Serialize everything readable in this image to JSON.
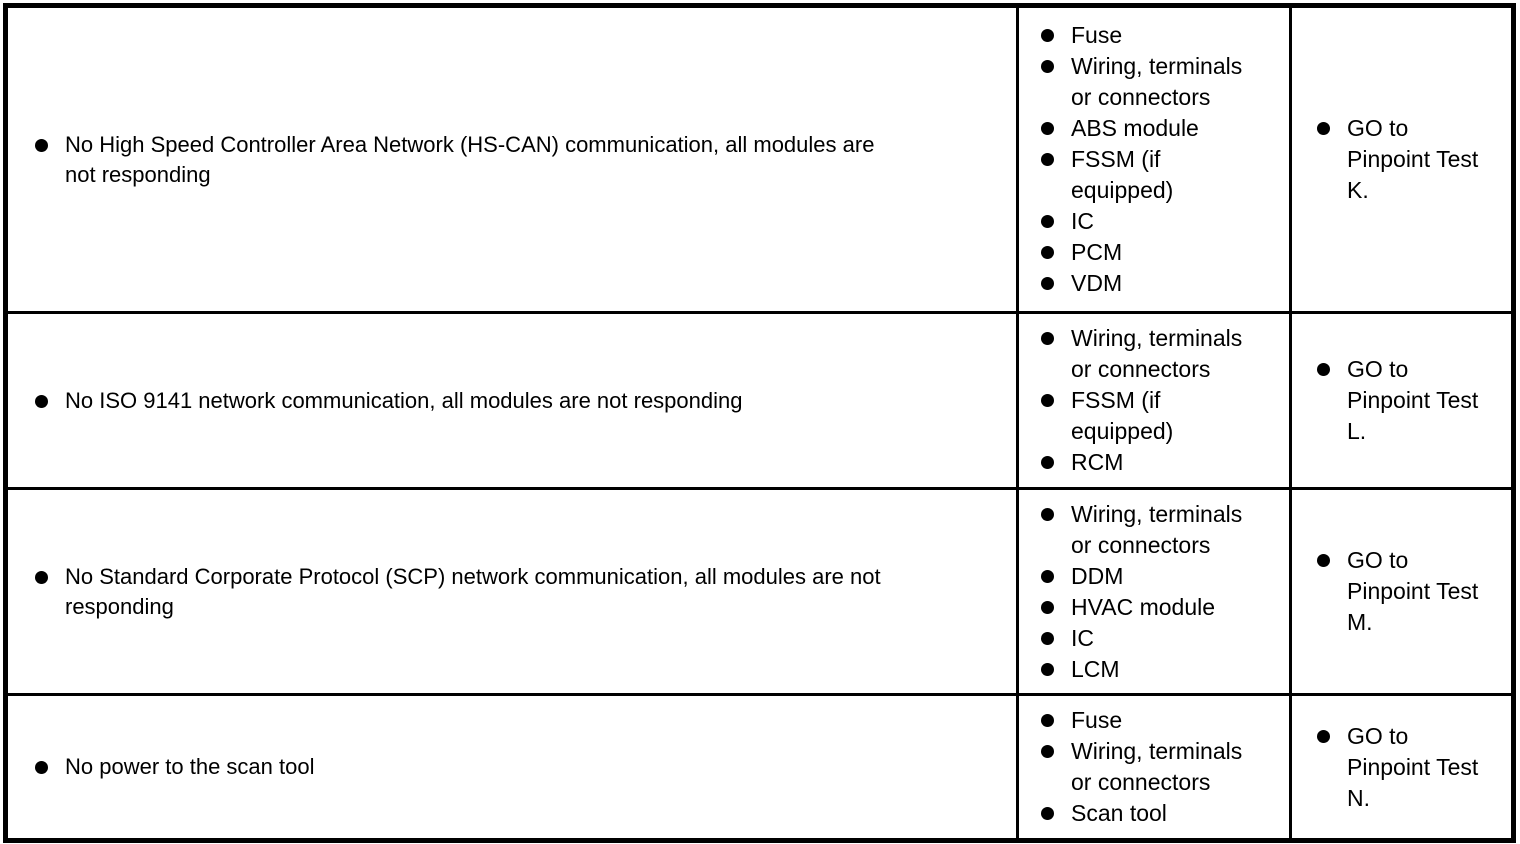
{
  "page": {
    "background_color": "#ffffff",
    "border_color": "#000000",
    "text_color": "#000000"
  },
  "table": {
    "rows": [
      {
        "symptoms": [
          "No High Speed Controller Area Network (HS-CAN) communication, all modules are not responding"
        ],
        "sources": [
          "Fuse",
          "Wiring, terminals or connectors",
          "ABS module",
          "FSSM (if equipped)",
          "IC",
          "PCM",
          "VDM"
        ],
        "actions": [
          "GO to Pinpoint Test K."
        ]
      },
      {
        "symptoms": [
          "No ISO 9141 network communication, all modules are not responding"
        ],
        "sources": [
          "Wiring, terminals or connectors",
          "FSSM (if equipped)",
          "RCM"
        ],
        "actions": [
          "GO to Pinpoint Test L."
        ]
      },
      {
        "symptoms": [
          "No Standard Corporate Protocol (SCP) network communication, all modules are not responding"
        ],
        "sources": [
          "Wiring, terminals or connectors",
          "DDM",
          "HVAC module",
          "IC",
          "LCM"
        ],
        "actions": [
          "GO to Pinpoint Test M."
        ]
      },
      {
        "symptoms": [
          "No power to the scan tool"
        ],
        "sources": [
          "Fuse",
          "Wiring, terminals or connectors",
          "Scan tool"
        ],
        "actions": [
          "GO to Pinpoint Test N."
        ]
      }
    ]
  }
}
